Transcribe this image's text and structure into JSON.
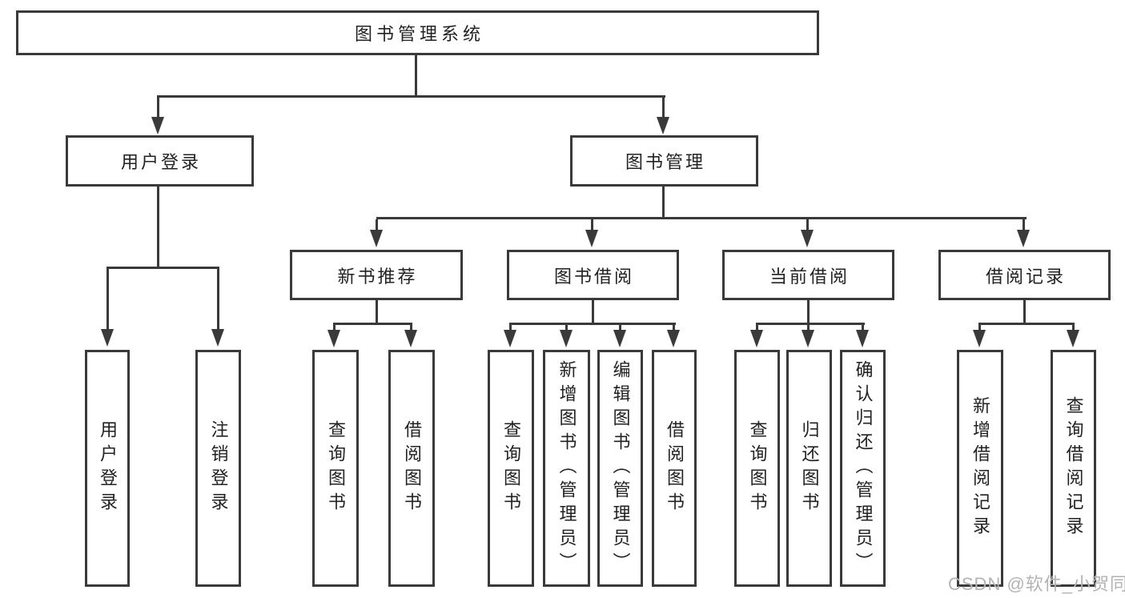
{
  "colors": {
    "line": "#3a3a3a",
    "text": "#222222",
    "background": "#ffffff",
    "watermark": "#b3b3b3"
  },
  "nodes": {
    "root": "图书管理系统",
    "user_login": "用户登录",
    "book_management": "图书管理",
    "new_book_recommend": "新书推荐",
    "book_borrow": "图书借阅",
    "current_borrow": "当前借阅",
    "borrow_record": "借阅记录",
    "leaf_user_login": "用户登录",
    "leaf_logout": "注销登录",
    "leaf_recommend_query_book": "查询图书",
    "leaf_recommend_borrow_book": "借阅图书",
    "leaf_borrow_query_book": "查询图书",
    "leaf_borrow_add_book": "新增图书（管理员）",
    "leaf_borrow_edit_book": "编辑图书（管理员）",
    "leaf_borrow_borrow_book": "借阅图书",
    "leaf_current_query_book": "查询图书",
    "leaf_current_return_book": "归还图书",
    "leaf_current_confirm_return": "确认归还（管理员）",
    "leaf_record_add": "新增借阅记录",
    "leaf_record_query": "查询借阅记录"
  },
  "watermark": "CSDN @软件_小贺同学"
}
